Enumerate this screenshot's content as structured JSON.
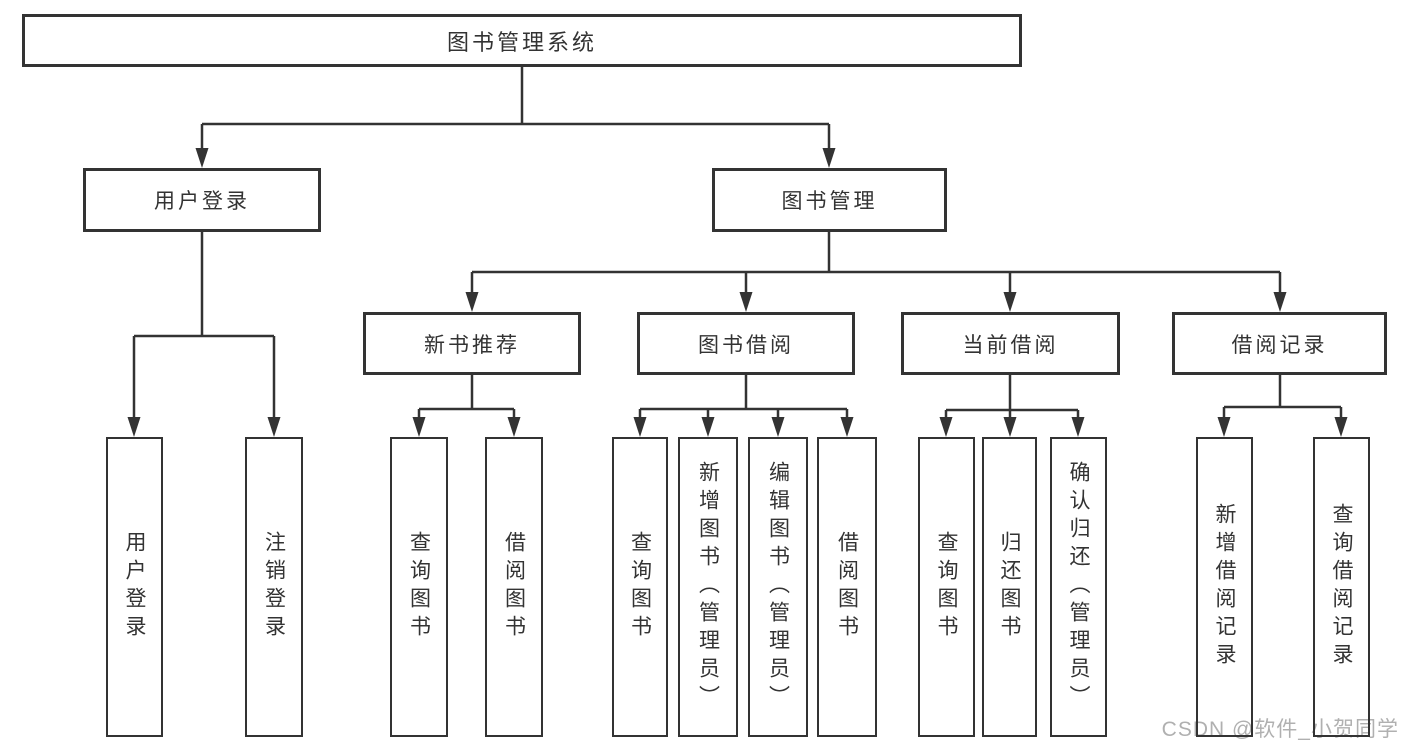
{
  "nodes": {
    "root": {
      "label": "图书管理系统"
    },
    "level2": [
      {
        "label": "用户登录"
      },
      {
        "label": "图书管理"
      }
    ],
    "level3": [
      {
        "label": "新书推荐"
      },
      {
        "label": "图书借阅"
      },
      {
        "label": "当前借阅"
      },
      {
        "label": "借阅记录"
      }
    ],
    "leaves": {
      "user_login": [
        {
          "label": "用户登录"
        },
        {
          "label": "注销登录"
        }
      ],
      "new_book": [
        {
          "label": "查询图书"
        },
        {
          "label": "借阅图书"
        }
      ],
      "book_borrow": [
        {
          "label": "查询图书"
        },
        {
          "label": "新增图书（管理员）"
        },
        {
          "label": "编辑图书（管理员）"
        },
        {
          "label": "借阅图书"
        }
      ],
      "current_borrow": [
        {
          "label": "查询图书"
        },
        {
          "label": "归还图书"
        },
        {
          "label": "确认归还（管理员）"
        }
      ],
      "borrow_record": [
        {
          "label": "新增借阅记录"
        },
        {
          "label": "查询借阅记录"
        }
      ]
    }
  },
  "watermark": {
    "text": "CSDN @软件_小贺同学"
  },
  "colors": {
    "line": "#333333",
    "text": "#333333",
    "watermark": "#b0b0b0",
    "background": "#ffffff"
  }
}
